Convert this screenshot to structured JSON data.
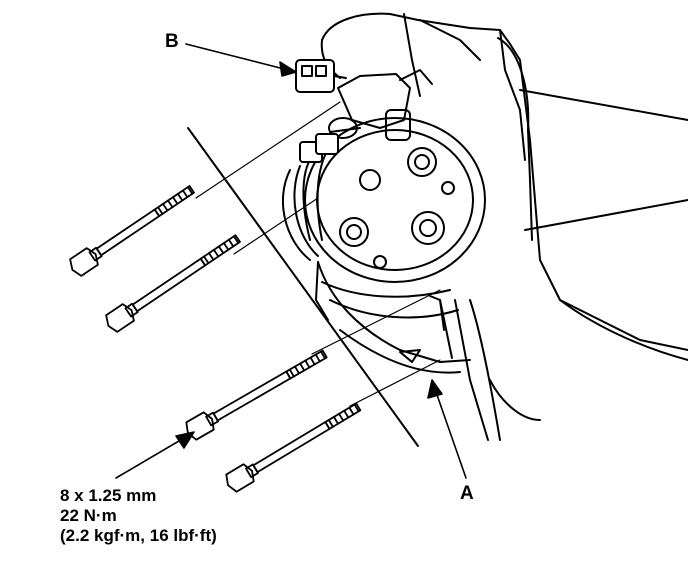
{
  "labels": {
    "b": "B",
    "a": "A"
  },
  "bolt_spec": {
    "size": "8 x 1.25 mm",
    "torque_nm": "22 N·m",
    "torque_alt": "(2.2 kgf·m, 16 lbf·ft)"
  },
  "colors": {
    "ink": "#000000",
    "paper": "#ffffff"
  }
}
